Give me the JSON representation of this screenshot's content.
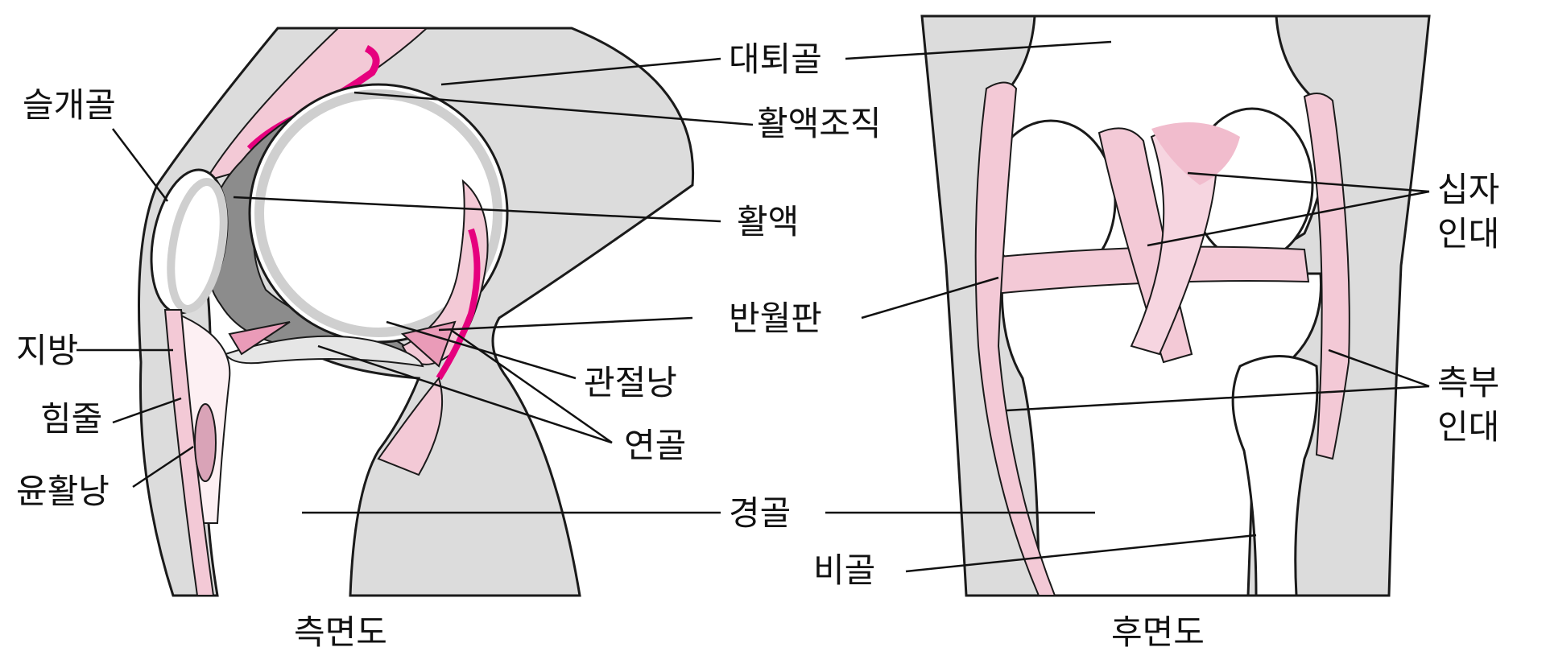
{
  "lateral": {
    "caption": "측면도",
    "labels": {
      "femur": "대퇴골",
      "synovium": "활액조직",
      "patella": "슬개골",
      "synovial_fluid": "활액",
      "meniscus": "반월판",
      "fat": "지방",
      "joint_capsule": "관절낭",
      "tendon": "힘줄",
      "cartilage": "연골",
      "bursa": "윤활낭",
      "tibia": "경골"
    }
  },
  "posterior": {
    "caption": "후면도",
    "labels": {
      "cruciate_line1": "십자",
      "cruciate_line2": "인대",
      "collateral_line1": "측부",
      "collateral_line2": "인대",
      "fibula": "비골"
    }
  },
  "colors": {
    "bone_gray": "#dcdcdc",
    "pink_light": "#f3c9d6",
    "pink_medium": "#ea9bb8",
    "magenta": "#e6007e",
    "fluid_gray": "#8c8c8c",
    "outline": "#1a1a1a"
  }
}
